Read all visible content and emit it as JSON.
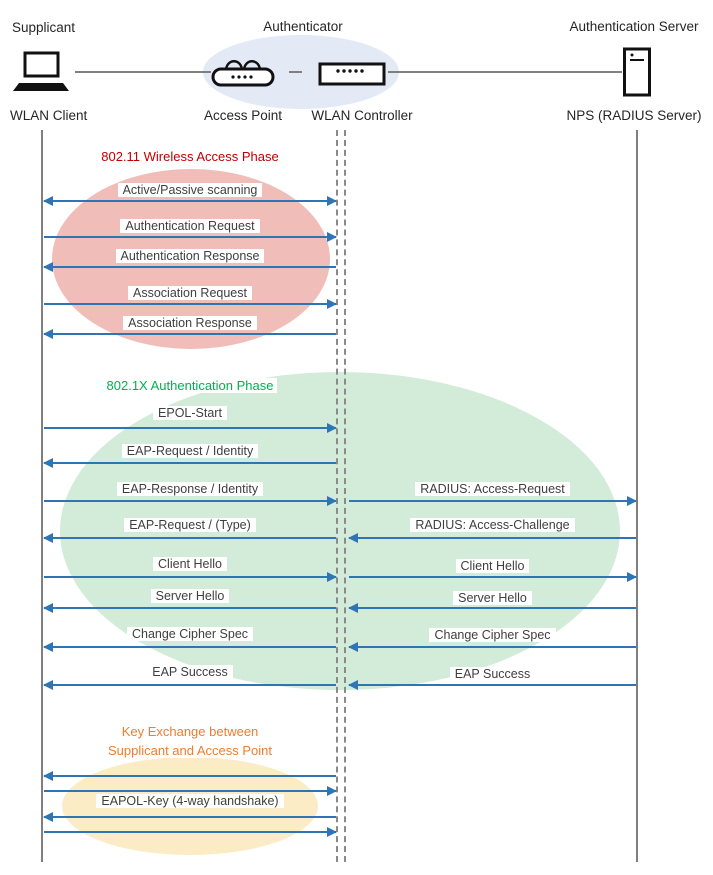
{
  "roles": {
    "supplicant": "Supplicant",
    "authenticator": "Authenticator",
    "auth_server": "Authentication Server"
  },
  "devices": {
    "wlan_client": "WLAN Client",
    "access_point": "Access Point",
    "wlan_controller": "WLAN Controller",
    "nps": "NPS (RADIUS Server)"
  },
  "icons": [
    "laptop-icon",
    "access-point-icon",
    "wlan-controller-icon",
    "server-icon"
  ],
  "phase1": {
    "title": "802.11 Wireless Access Phase",
    "title_color": "#C00000",
    "ellipse_color": "#f1bdb9",
    "messages": [
      {
        "label": "Active/Passive scanning",
        "direction": "both"
      },
      {
        "label": "Authentication Request",
        "direction": "right"
      },
      {
        "label": "Authentication Response",
        "direction": "left"
      },
      {
        "label": "Association Request",
        "direction": "right"
      },
      {
        "label": "Association Response",
        "direction": "left"
      }
    ]
  },
  "phase2": {
    "title": "802.1X Authentication Phase",
    "title_color": "#00B050",
    "ellipse_color": "#d2ecd9",
    "messages": [
      {
        "left": "EPOL-Start",
        "direction": "right"
      },
      {
        "left": "EAP-Request / Identity",
        "direction": "left"
      },
      {
        "left": "EAP-Response / Identity",
        "right": "RADIUS: Access-Request",
        "direction": "right"
      },
      {
        "left": "EAP-Request / (Type)",
        "right": "RADIUS: Access-Challenge",
        "direction": "left"
      },
      {
        "left": "Client Hello",
        "right": "Client Hello",
        "direction": "right"
      },
      {
        "left": "Server Hello",
        "right": "Server Hello",
        "direction": "left"
      },
      {
        "left": "Change Cipher Spec",
        "right": "Change Cipher Spec",
        "direction": "left"
      },
      {
        "left": "EAP Success",
        "right": "EAP Success",
        "direction": "left"
      }
    ]
  },
  "phase3": {
    "title_line1": "Key Exchange between",
    "title_line2": "Supplicant and Access Point",
    "title_color": "#ED7D31",
    "ellipse_color": "#fcecc6",
    "handshake_label": "EAPOL-Key (4-way handshake)",
    "arrow_directions": [
      "left",
      "right",
      "left",
      "right"
    ]
  },
  "colors": {
    "arrow": "#2E75B6",
    "lifeline": "#7F7F7F",
    "authenticator_ellipse": "#e3eaf6"
  }
}
